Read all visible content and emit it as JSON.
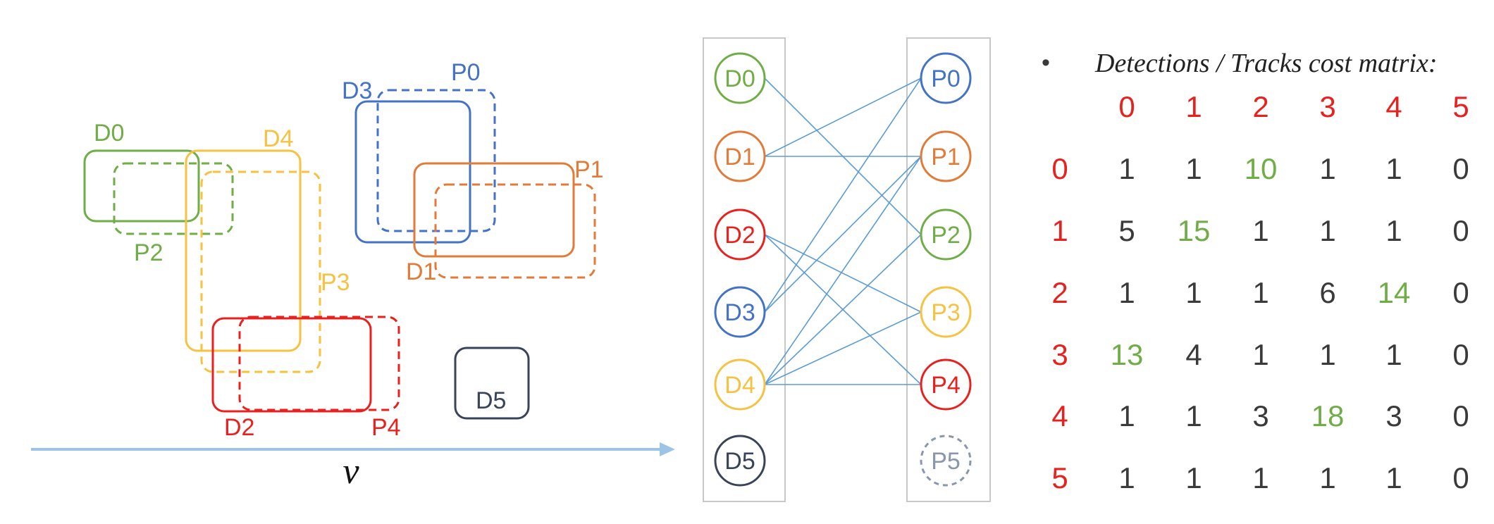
{
  "colors": {
    "green": "#70AD47",
    "yellow": "#F5C242",
    "blue": "#4472C4",
    "brown": "#A85A22",
    "orange": "#E07B39",
    "red": "#E8211F",
    "slate": "#3A4458",
    "gray": "#8A97AA",
    "edge": "#5B9BD5",
    "panel": "#C8C8C8",
    "axis": "#9DC3E6",
    "text": "#3A3A3A"
  },
  "scene": {
    "velocity_label": "v",
    "boxes": [
      {
        "label": "D0",
        "color": "green",
        "dashed": false
      },
      {
        "label": "P2",
        "color": "green",
        "dashed": true
      },
      {
        "label": "D4",
        "color": "yellow",
        "dashed": false
      },
      {
        "label": "P3",
        "color": "yellow",
        "dashed": true
      },
      {
        "label": "D3",
        "color": "blue",
        "dashed": false
      },
      {
        "label": "P0",
        "color": "blue",
        "dashed": true
      },
      {
        "label": "P1",
        "color": "orange",
        "dashed": true
      },
      {
        "label": "D1",
        "color": "orange",
        "dashed": false
      },
      {
        "label": "D2",
        "color": "red",
        "dashed": false
      },
      {
        "label": "P4",
        "color": "red",
        "dashed": true
      },
      {
        "label": "D5",
        "color": "slate",
        "dashed": false
      }
    ]
  },
  "graph": {
    "detections": [
      {
        "label": "D0",
        "color": "green"
      },
      {
        "label": "D1",
        "color": "orange"
      },
      {
        "label": "D2",
        "color": "red"
      },
      {
        "label": "D3",
        "color": "blue"
      },
      {
        "label": "D4",
        "color": "yellow"
      },
      {
        "label": "D5",
        "color": "slate"
      }
    ],
    "tracks": [
      {
        "label": "P0",
        "color": "blue",
        "dashed": false
      },
      {
        "label": "P1",
        "color": "orange",
        "dashed": false
      },
      {
        "label": "P2",
        "color": "green",
        "dashed": false
      },
      {
        "label": "P3",
        "color": "yellow",
        "dashed": false
      },
      {
        "label": "P4",
        "color": "red",
        "dashed": false
      },
      {
        "label": "P5",
        "color": "gray",
        "dashed": true
      }
    ],
    "edges": [
      [
        0,
        2
      ],
      [
        1,
        0
      ],
      [
        1,
        1
      ],
      [
        2,
        3
      ],
      [
        2,
        4
      ],
      [
        3,
        0
      ],
      [
        3,
        1
      ],
      [
        4,
        1
      ],
      [
        4,
        2
      ],
      [
        4,
        3
      ],
      [
        4,
        4
      ]
    ]
  },
  "matrix": {
    "bullet": "•",
    "title": "Detections / Tracks cost matrix:",
    "col_headers": [
      "0",
      "1",
      "2",
      "3",
      "4",
      "5"
    ],
    "row_headers": [
      "0",
      "1",
      "2",
      "3",
      "4",
      "5"
    ],
    "rows": [
      [
        "1",
        "1",
        "10",
        "1",
        "1",
        "0"
      ],
      [
        "5",
        "15",
        "1",
        "1",
        "1",
        "0"
      ],
      [
        "1",
        "1",
        "1",
        "6",
        "14",
        "0"
      ],
      [
        "13",
        "4",
        "1",
        "1",
        "1",
        "0"
      ],
      [
        "1",
        "1",
        "3",
        "18",
        "3",
        "0"
      ],
      [
        "1",
        "1",
        "1",
        "1",
        "1",
        "0"
      ]
    ],
    "highlights": [
      [
        0,
        2
      ],
      [
        1,
        1
      ],
      [
        2,
        4
      ],
      [
        3,
        0
      ],
      [
        4,
        3
      ]
    ]
  }
}
